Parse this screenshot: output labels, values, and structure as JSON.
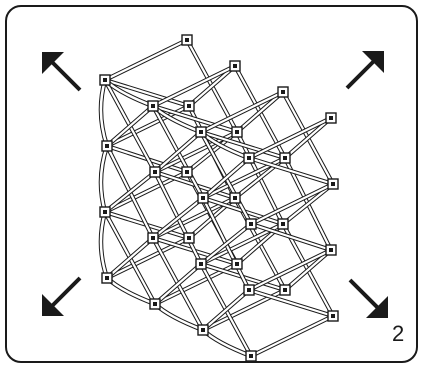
{
  "step": {
    "number": "2"
  },
  "illustration": {
    "subject": "collapsible-display-frame",
    "columns": 4,
    "rows": 4,
    "arrows": [
      "arrow-up-left",
      "arrow-up-right",
      "arrow-down-left",
      "arrow-down-right"
    ],
    "line_color": "#1a1a1a",
    "fill_color": "#ffffff"
  }
}
